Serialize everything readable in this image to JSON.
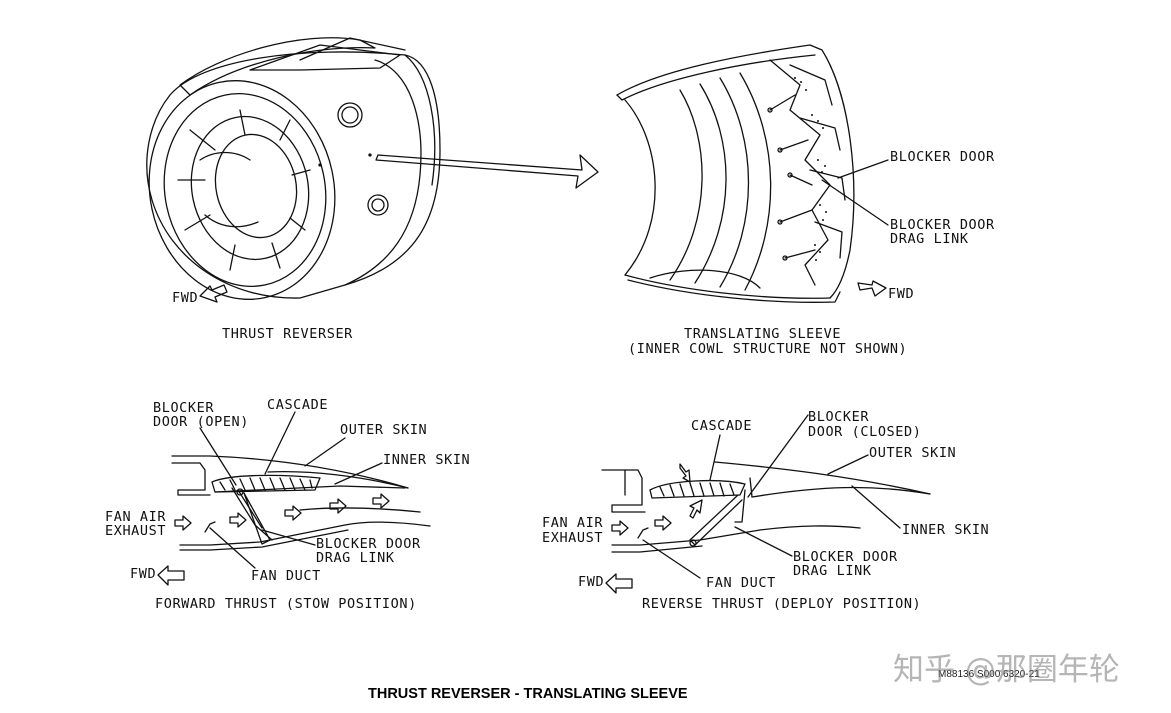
{
  "title": "THRUST REVERSER - TRANSLATING SLEEVE",
  "doc_number": "M88136 S000 6320-21",
  "watermark": "知乎 @那圈年轮",
  "top_left": {
    "caption": "THRUST REVERSER",
    "fwd": "FWD"
  },
  "top_right": {
    "caption_line1": "TRANSLATING SLEEVE",
    "caption_line2": "(INNER COWL STRUCTURE NOT SHOWN)",
    "blocker_door": "BLOCKER DOOR",
    "drag_link_line1": "BLOCKER DOOR",
    "drag_link_line2": "DRAG LINK",
    "fwd": "FWD"
  },
  "bottom_left": {
    "caption": "FORWARD THRUST (STOW POSITION)",
    "blocker_open_line1": "BLOCKER",
    "blocker_open_line2": "DOOR (OPEN)",
    "cascade": "CASCADE",
    "outer_skin": "OUTER SKIN",
    "inner_skin": "INNER SKIN",
    "fan_air_line1": "FAN AIR",
    "fan_air_line2": "EXHAUST",
    "drag_link_line1": "BLOCKER DOOR",
    "drag_link_line2": "DRAG LINK",
    "fan_duct": "FAN DUCT",
    "fwd": "FWD"
  },
  "bottom_right": {
    "caption": "REVERSE THRUST (DEPLOY POSITION)",
    "blocker_closed_line1": "BLOCKER",
    "blocker_closed_line2": "DOOR (CLOSED)",
    "cascade": "CASCADE",
    "outer_skin": "OUTER SKIN",
    "inner_skin": "INNER SKIN",
    "fan_air_line1": "FAN AIR",
    "fan_air_line2": "EXHAUST",
    "drag_link_line1": "BLOCKER DOOR",
    "drag_link_line2": "DRAG LINK",
    "fan_duct": "FAN DUCT",
    "fwd": "FWD"
  }
}
